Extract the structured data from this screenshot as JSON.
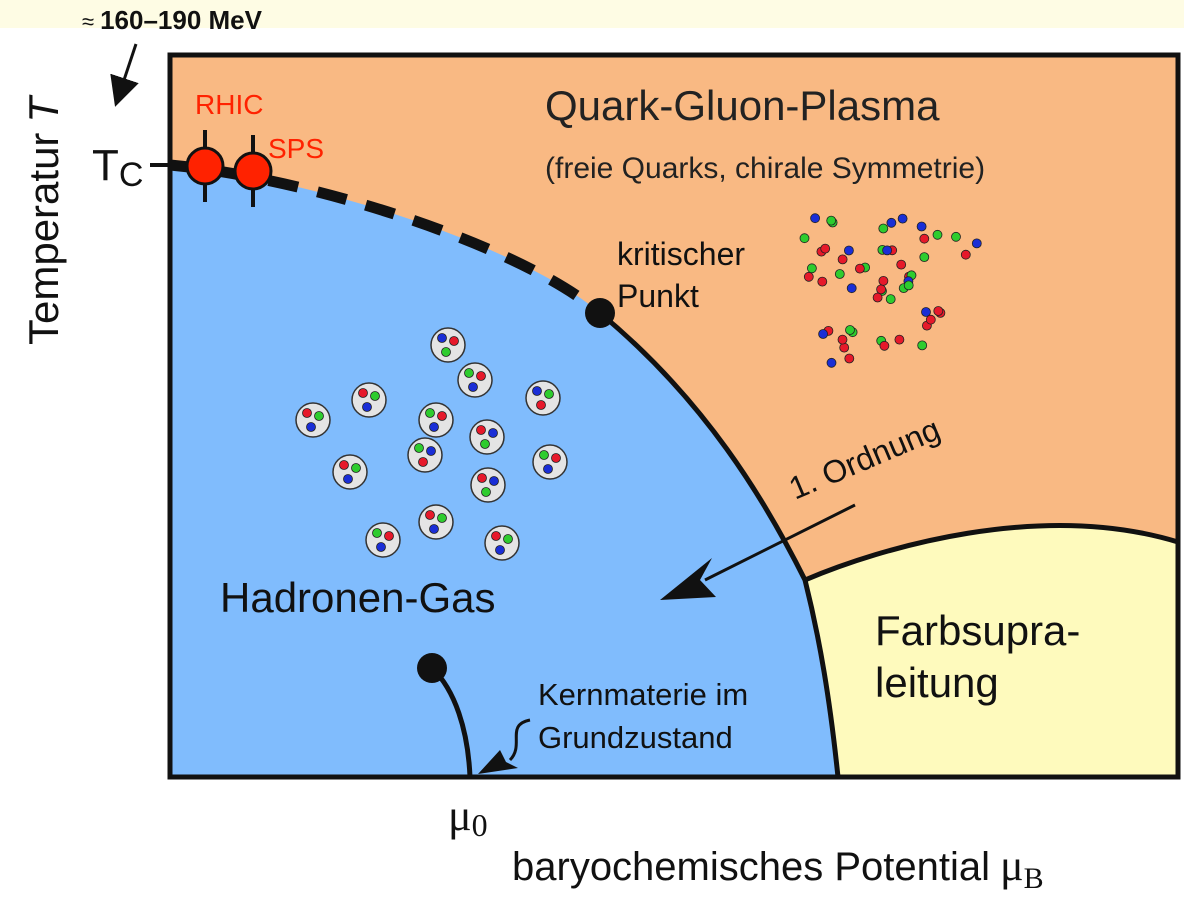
{
  "annotation": {
    "approx_symbol": "≈",
    "value": "160–190 MeV"
  },
  "y_axis": {
    "label": "Temperatur",
    "symbol": "T",
    "tc_main": "T",
    "tc_sub": "C"
  },
  "x_axis": {
    "label": "baryochemisches Potential",
    "symbol": "μ",
    "symbol_sub": "B",
    "mu0_main": "μ",
    "mu0_sub": "0"
  },
  "experiments": {
    "rhic": "RHIC",
    "sps": "SPS"
  },
  "regions": {
    "qgp_title": "Quark-Gluon-Plasma",
    "qgp_subtitle": "(freie Quarks, chirale Symmetrie)",
    "hadron_gas": "Hadronen-Gas",
    "color_sc_line1": "Farbsupra-",
    "color_sc_line2": "leitung"
  },
  "labels": {
    "critical_point_line1": "kritischer",
    "critical_point_line2": "Punkt",
    "first_order": "1. Ordnung",
    "nuclear_matter_line1": "Kernmaterie im",
    "nuclear_matter_line2": "Grundzustand"
  },
  "colors": {
    "qgp": "#f9b983",
    "hadron": "#80bcfd",
    "color_sc": "#fefabd",
    "experiment": "#ff2200",
    "quark_red": "#e6192a",
    "quark_green": "#2ecc2e",
    "quark_blue": "#1a2ed6",
    "hadron_bubble": "#e4e4e4"
  },
  "hadron_quarks": [
    [
      "blue",
      "red",
      "green"
    ],
    [
      "green",
      "red",
      "blue"
    ],
    [
      "red",
      "green",
      "blue"
    ],
    [
      "blue",
      "green",
      "red"
    ],
    [
      "red",
      "green",
      "blue"
    ],
    [
      "green",
      "red",
      "blue"
    ],
    [
      "red",
      "blue",
      "green"
    ],
    [
      "green",
      "blue",
      "red"
    ],
    [
      "red",
      "green",
      "blue"
    ],
    [
      "green",
      "red",
      "blue"
    ],
    [
      "red",
      "blue",
      "green"
    ],
    [
      "green",
      "red",
      "blue"
    ],
    [
      "red",
      "green",
      "blue"
    ],
    [
      "red",
      "green",
      "blue"
    ],
    [
      "green",
      "blue",
      "red"
    ],
    [
      "red",
      "blue",
      "green"
    ]
  ],
  "qgp_quarks": [
    "green",
    "red",
    "green",
    "red",
    "green",
    "blue",
    "red",
    "red",
    "green",
    "green",
    "red",
    "blue",
    "red",
    "green",
    "blue",
    "green",
    "red",
    "red",
    "green",
    "red",
    "blue",
    "green",
    "red",
    "red",
    "green",
    "red",
    "blue",
    "red",
    "green",
    "red",
    "blue",
    "green",
    "green",
    "red",
    "blue",
    "red",
    "green",
    "red",
    "red",
    "blue",
    "red",
    "green",
    "blue",
    "red",
    "green",
    "red",
    "green",
    "red",
    "green",
    "blue",
    "red",
    "green",
    "blue",
    "blue",
    "green",
    "red"
  ]
}
